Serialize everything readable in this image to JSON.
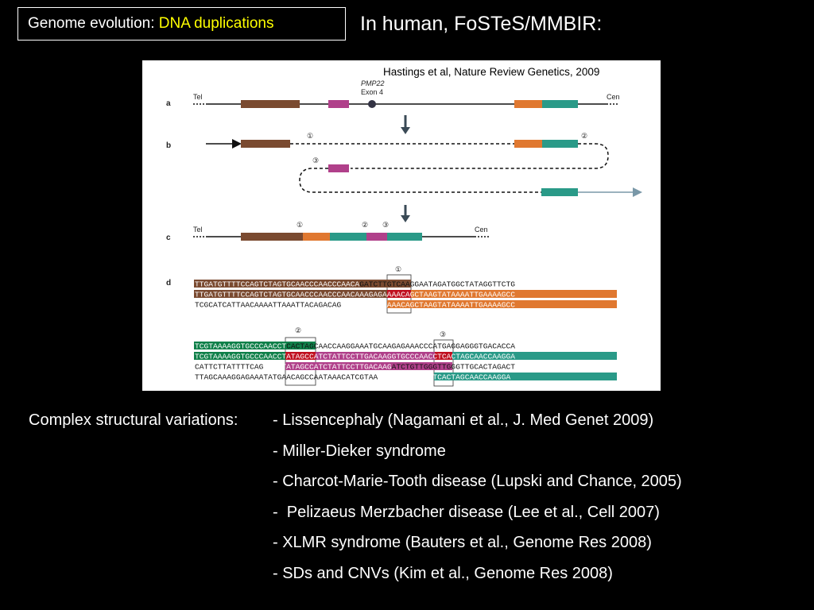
{
  "header": {
    "title_prefix": "Genome evolution: ",
    "title_highlight": "DNA duplications",
    "subtitle": "In human, FoSTeS/MMBIR:"
  },
  "figure": {
    "citation": "Hastings et al, Nature Review Genetics, 2009",
    "panels": {
      "a": "a",
      "b": "b",
      "c": "c",
      "d": "d"
    },
    "labels": {
      "tel": "Tel",
      "cen": "Cen",
      "gene": "PMP22",
      "exon": "Exon 4"
    },
    "steps": {
      "one": "①",
      "two": "②",
      "three": "③"
    },
    "sequences_1": {
      "row1_a": "TTGATGTTTTCCAGTCTAGTGCAACCCAACCC",
      "row1_b": "AACA",
      "row1_c": "GATCTTGTCAAGGAATAGATGGCTATAGGTTCTG",
      "row2_a": "TTGATGTTTTCCAGTCTAGTGCAACCCAACCC",
      "row2_b": "AACA",
      "row2_c": "AAGAGAAAACAGCTAAGTATAAAATTGAAAAGCC",
      "row3_a": "TCGCATCATTAACAAAATTAAATTACAGACAG",
      "row3_b": "AACA",
      "row3_c": "AAGAGAAAACAGCTAAGTATAAAATTGAAAAGCC"
    },
    "sequences_2": {
      "row1_a": "TCGTAAAAGGTGCCC",
      "row1_b": "AACCT",
      "row1_c": "CACTAGCAACCAAGGAAATG",
      "row1_d": "CAAG",
      "row1_e": "AGAAACCCATGAGGAGGGTGACACCA",
      "row2_a": "TCGTAAAAGGTGCCC",
      "row2_b": "AACCT",
      "row2_c": "ATAGCCATCTATTCCTTGAC",
      "row2_d": "AAG",
      "row2_e": "GTGCCCAACCTCACTAGCAACCAAGGA",
      "row3_a": "CATTCTTATTTTCAG",
      "row3_b": "AACCT",
      "row3_c": "ATAGCCATCTATTCCTTGAC",
      "row3_d": "AAG",
      "row3_e": "ATCTGTTGGGTTGGGTTGCACTAGACT",
      "row4_a": "TTAGCAAAGGAGAAATATGAACAGCCAATAAACATCGTAA",
      "row4_b": "AAG",
      "row4_c": "TGCCCAACCTCACTAGCAACCAAGGA"
    },
    "colors": {
      "brown": "#7a4a30",
      "pink": "#b0408a",
      "orange": "#e07830",
      "teal": "#2a9a88",
      "green": "#10804a",
      "red": "#c01020",
      "arrow": "#3a4a56"
    }
  },
  "cv": {
    "label": "Complex structural variations:",
    "items": [
      "- Lissencephaly (Nagamani et al., J. Med Genet 2009)",
      "- Miller-Dieker syndrome",
      "- Charcot-Marie-Tooth disease (Lupski and Chance, 2005)",
      "-  Pelizaeus Merzbacher disease (Lee et al., Cell 2007)",
      "- XLMR syndrome (Bauters et al., Genome Res 2008)",
      "- SDs and CNVs (Kim et al., Genome Res 2008)"
    ]
  }
}
